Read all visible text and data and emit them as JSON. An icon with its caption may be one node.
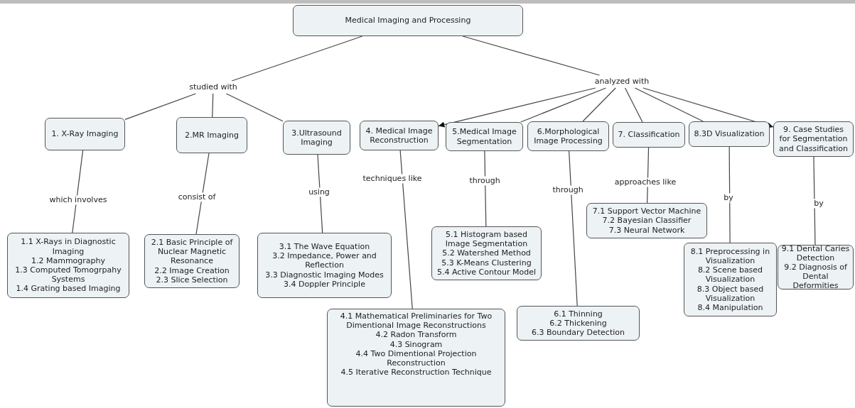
{
  "diagram": {
    "nodes": [
      {
        "text": [
          "Medical Imaging and Processing"
        ]
      },
      {
        "text": [
          "studied with"
        ]
      },
      {
        "text": [
          "analyzed with"
        ]
      },
      {
        "text": [
          "1. X-Ray Imaging"
        ]
      },
      {
        "text": [
          "2.MR Imaging"
        ]
      },
      {
        "text": [
          "3.Ultrasound Imaging"
        ]
      },
      {
        "text": [
          "4. Medical Image Reconstruction"
        ]
      },
      {
        "text": [
          "5.Medical Image Segmentation"
        ]
      },
      {
        "text": [
          "6.Morphological Image Processing"
        ]
      },
      {
        "text": [
          "7. Classification"
        ]
      },
      {
        "text": [
          "8.3D Visualization"
        ]
      },
      {
        "text": [
          "9. Case Studies for Segmentation and Classification"
        ]
      },
      {
        "text": [
          "1.1 X-Rays in Diagnostic Imaging",
          "1.2 Mammography",
          "1.3 Computed Tomogrpahy Systems",
          "1.4 Grating based Imaging"
        ]
      },
      {
        "text": [
          "2.1 Basic Principle of Nuclear Magnetic Resonance",
          "2.2 Image Creation",
          "2.3 Slice Selection"
        ]
      },
      {
        "text": [
          "3.1 The Wave Equation",
          "3.2 Impedance, Power and Reflection",
          "3.3 Diagnostic Imaging Modes",
          "3.4 Doppler Principle"
        ]
      },
      {
        "text": [
          "7.1 Support Vector Machine",
          "7.2 Bayesian Classifier",
          "7.3 Neural Network"
        ]
      },
      {
        "text": [
          "5.1 Histogram based Image Segmentation",
          "5.2 Watershed Method",
          "5.3 K-Means Clustering",
          "5.4 Active Contour Model"
        ]
      },
      {
        "text": [
          "9.1 Dental Caries Detection",
          "9.2 Diagnosis of Dental Deformities"
        ]
      },
      {
        "text": [
          "8.1 Preprocessing in Visualization",
          "8.2 Scene based Visualization",
          "8.3 Object based Visualization",
          "8.4 Manipulation"
        ]
      },
      {
        "text": [
          "6.1 Thinning",
          "6.2 Thickening",
          "6.3 Boundary Detection"
        ]
      },
      {
        "text": [
          "4.1 Mathematical Preliminaries for Two Dimentional Image Reconstructions",
          "4.2 Radon Transform",
          "4.3 Sinogram",
          "4.4 Two Dimentional Projection Reconstruction",
          "4.5 Iterative Reconstruction Technique"
        ]
      }
    ],
    "edges": [
      {
        "from": 0,
        "to": 1,
        "arrow": "none"
      },
      {
        "from": 0,
        "to": 2,
        "arrow": "none"
      },
      {
        "from": 1,
        "to": 3,
        "arrow": "none"
      },
      {
        "from": 1,
        "to": 4,
        "arrow": "none"
      },
      {
        "from": 1,
        "to": 5,
        "arrow": "none"
      },
      {
        "from": 2,
        "to": 6,
        "arrow": "to"
      },
      {
        "from": 2,
        "to": 7,
        "arrow": "none"
      },
      {
        "from": 2,
        "to": 8,
        "arrow": "none"
      },
      {
        "from": 2,
        "to": 9,
        "arrow": "none"
      },
      {
        "from": 2,
        "to": 10,
        "arrow": "none"
      },
      {
        "from": 2,
        "to": 11,
        "arrow": "to"
      },
      {
        "from": 3,
        "to": 12,
        "arrow": "none",
        "label": "which involves"
      },
      {
        "from": 4,
        "to": 13,
        "arrow": "none",
        "label": "consist of"
      },
      {
        "from": 5,
        "to": 14,
        "arrow": "none",
        "label": "using"
      },
      {
        "from": 6,
        "to": 20,
        "arrow": "none",
        "label": "techniques like"
      },
      {
        "from": 7,
        "to": 16,
        "arrow": "none",
        "label": "through"
      },
      {
        "from": 8,
        "to": 19,
        "arrow": "none",
        "label": "through"
      },
      {
        "from": 9,
        "to": 15,
        "arrow": "none",
        "label": "approaches like"
      },
      {
        "from": 10,
        "to": 18,
        "arrow": "none",
        "label": "by"
      },
      {
        "from": 11,
        "to": 17,
        "arrow": "none",
        "label": "by"
      }
    ]
  }
}
